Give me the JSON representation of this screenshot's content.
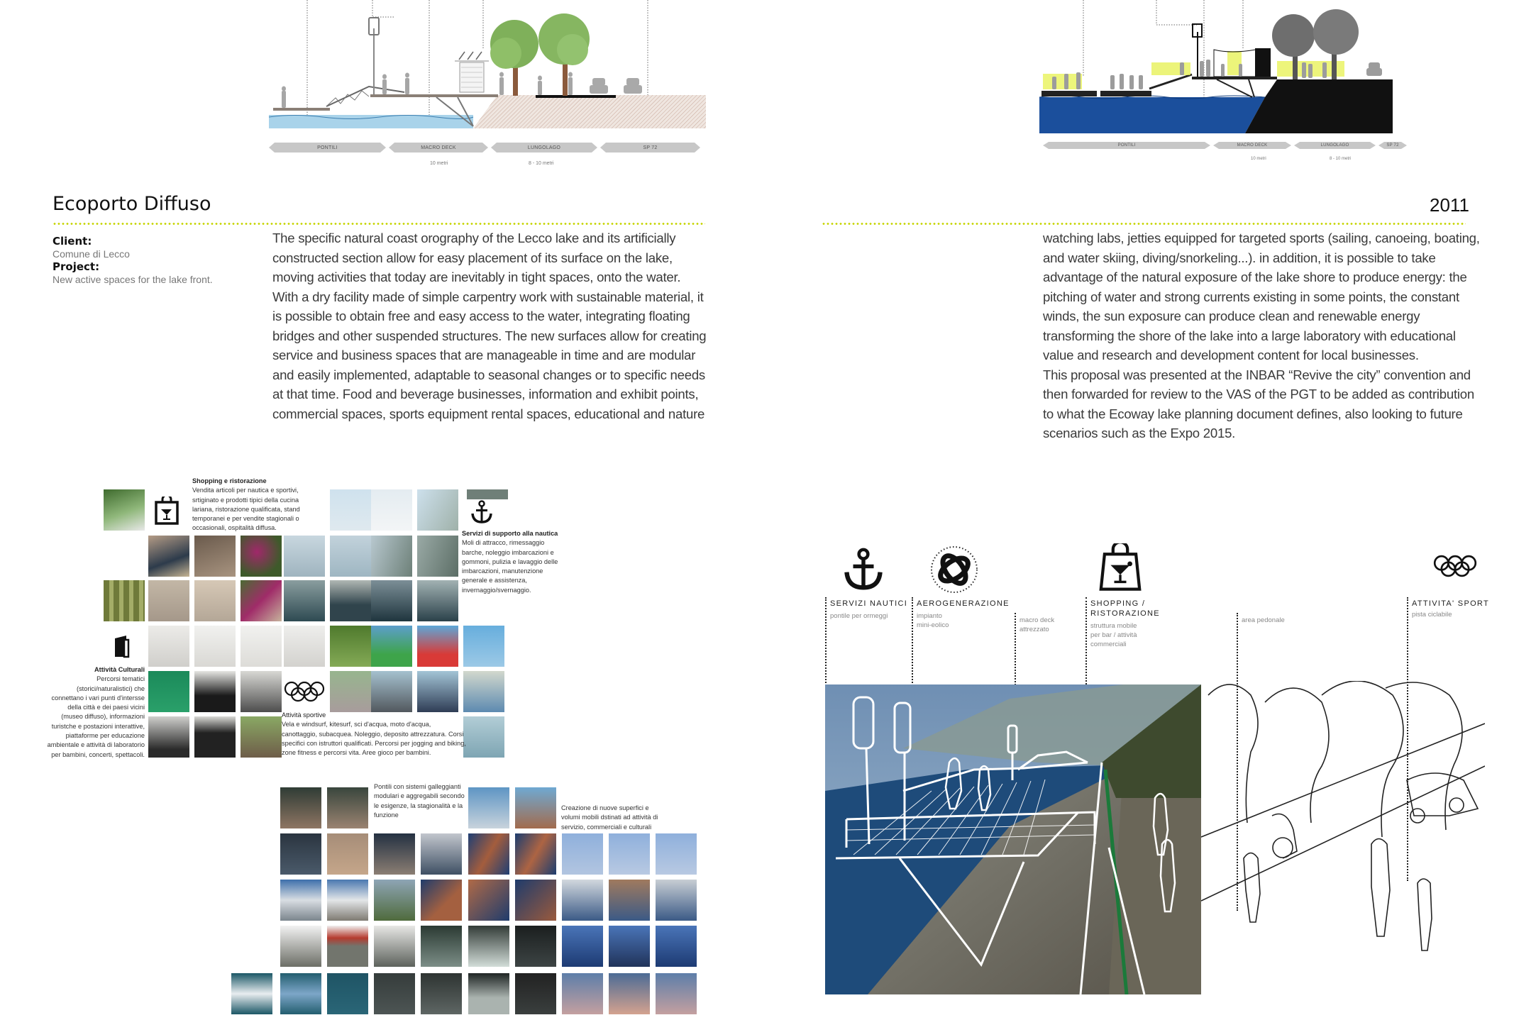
{
  "left_page": {
    "section_drawing": {
      "zones": [
        {
          "label": "PONTILI",
          "measure": ""
        },
        {
          "label": "MACRO DECK",
          "measure": "10 metri"
        },
        {
          "label": "LUNGOLAGO",
          "measure": "8 - 10 metri"
        },
        {
          "label": "SP 72",
          "measure": ""
        }
      ]
    },
    "title": "Ecoporto Diffuso",
    "meta": {
      "client_label": "Client:",
      "client_value": "Comune di Lecco",
      "project_label": "Project:",
      "project_value": "New active spaces for the lake front."
    },
    "body": [
      "The specific natural coast orography of the Lecco lake and its artificially constructed section allow for easy placement of its surface on the lake, moving activities that today are inevitably in tight spaces, onto the water.",
      "With a dry facility made of simple carpentry work with sustainable material, it is possible to obtain free and easy access to the water, integrating floating bridges and other suspended structures. The new surfaces allow for creating service and business spaces that are manageable in time and are modular and easily implemented, adaptable to seasonal changes or to specific needs at that time. Food and beverage businesses, information and exhibit points, commercial spaces, sports equipment rental spaces, educational and nature"
    ],
    "mosaic_captions": {
      "shopping": {
        "title": "Shopping e ristorazione",
        "text": "Vendita articoli per nautica e sportivi, srtiginato e prodotti tipici della cucina lariana, ristorazione qualificata, stand temporanei e per vendite stagionali o occasionali, ospitalità diffusa."
      },
      "nautica": {
        "title": "Servizi di supporto alla nautica",
        "text": "Moli di attracco, rimessaggio barche, noleggio imbarcazioni e gommoni, pulizia e lavaggio delle imbarcazioni, manutenzione generale e assistenza, invernaggio/svernaggio."
      },
      "culturali": {
        "title": "Attività Culturali",
        "text": "Percorsi tematici (storici/naturalistici) che connettano i vari punti d'intersse della città e dei paesi vicini (museo diffuso), informazioni turistche e postazioni interattive, piattaforme per educazione ambientale e attività di laboratorio per bambini, concerti, spettacoli."
      },
      "sportive": {
        "title": "Attività sportive",
        "text": "Vela e windsurf, kitesurf, sci d'acqua, moto d'acqua, canottaggio, subacquea. Noleggio, deposito attrezzatura. Corsi specifici con istruttori qualificati. Percorsi per jogging and biking, zone fitness e percorsi vita. Aree gioco per bambini."
      },
      "pontili": {
        "text": "Pontili con sistemi galleggianti modulari e aggregabili secondo le esigenze, la stagionalità e la funzione"
      },
      "superfici": {
        "text": "Creazione di nuove superfici e volumi mobili dstinati ad attività di servizio, commerciali e culturali"
      }
    }
  },
  "right_page": {
    "section_drawing": {
      "zones": [
        {
          "label": "PONTILI",
          "measure": ""
        },
        {
          "label": "MACRO DECK",
          "measure": "10 metri"
        },
        {
          "label": "LUNGOLAGO",
          "measure": "8 - 10 metri"
        },
        {
          "label": "SP 72",
          "measure": ""
        }
      ]
    },
    "year": "2011",
    "body": [
      "watching labs, jetties equipped for targeted sports (sailing, canoeing, boating, and water skiing, diving/snorkeling...). in addition, it is possible to take advantage of the natural exposure of the lake shore to produce energy: the pitching of water and strong currents existing in some points, the constant winds, the sun exposure can produce clean and renewable energy transforming the shore of the lake into a large laboratory with educational value and research and development content for local businesses.",
      "This proposal was presented at the INBAR “Revive the city” convention and then forwarded for review to the VAS of the PGT to be added as contribution to what the Ecoway lake planning document defines, also looking to future scenarios such as the Expo 2015."
    ],
    "categories": [
      {
        "icon": "anchor-icon",
        "title": "SERVIZI NAUTICI",
        "sub": "pontile per ormeggi"
      },
      {
        "icon": "wind-turbine-icon",
        "title": "AEROGENERAZIONE",
        "sub": "impianto\nmini-eolico"
      },
      {
        "icon": "",
        "title": "",
        "sub": "macro deck\nattrezzato"
      },
      {
        "icon": "shopping-bag-cocktail-icon",
        "title": "SHOPPING /\nRISTORAZIONE",
        "sub": "struttura mobile\nper bar / attività\ncommerciali"
      },
      {
        "icon": "",
        "title": "",
        "sub": "area pedonale"
      },
      {
        "icon": "olympic-rings-icon",
        "title": "ATTIVITA' SPORT",
        "sub": "pista ciclabile"
      }
    ]
  },
  "colors": {
    "accent_dotline": "#c6d400",
    "water_light": "#a8d0e6",
    "water_dark": "#1b4f9c",
    "tree_green": "#7fb05a",
    "glow_yellow": "#e8f25a"
  }
}
